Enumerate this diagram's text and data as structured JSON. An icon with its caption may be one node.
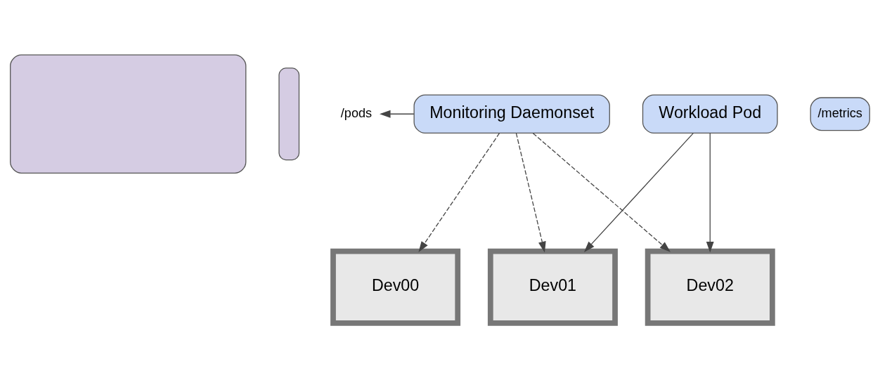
{
  "diagram": {
    "nodes": [
      {
        "text": [],
        "shape": "box"
      },
      {
        "text": [],
        "shape": "box"
      },
      {
        "text": [
          "/pods"
        ]
      },
      {
        "text": [
          "/metrics"
        ]
      },
      {
        "text": [
          "Monitoring Daemonset"
        ]
      },
      {
        "text": [
          "Workload Pod"
        ]
      },
      {
        "text": [
          "Dev00"
        ]
      },
      {
        "text": [
          "Dev01"
        ]
      },
      {
        "text": [
          "Dev02"
        ]
      }
    ],
    "edges": [
      {
        "from": 4,
        "to": 2,
        "arrow": "to"
      },
      {
        "from": 4,
        "to": 6,
        "arrow": "to",
        "style": "dashed"
      },
      {
        "from": 4,
        "to": 7,
        "arrow": "to",
        "style": "dashed"
      },
      {
        "from": 4,
        "to": 8,
        "arrow": "to",
        "style": "dashed"
      },
      {
        "from": 5,
        "to": 7,
        "arrow": "to"
      },
      {
        "from": 5,
        "to": 8,
        "arrow": "to"
      }
    ]
  }
}
